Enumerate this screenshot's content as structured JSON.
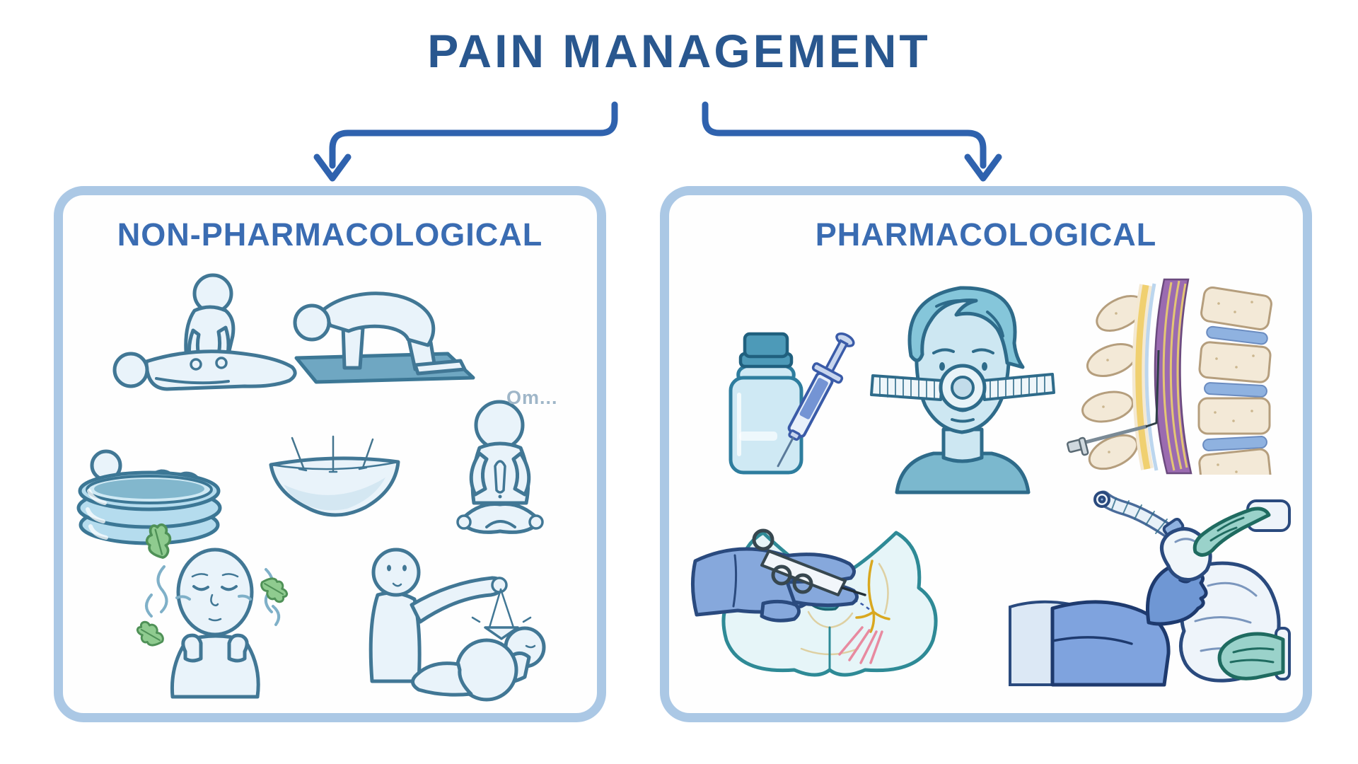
{
  "title": "PAIN MANAGEMENT",
  "left_panel": {
    "heading": "NON-PHARMACOLOGICAL",
    "items": [
      {
        "icon": "massage-therapy-icon"
      },
      {
        "icon": "yoga-pose-icon"
      },
      {
        "icon": "birthing-pool-icon"
      },
      {
        "icon": "acupuncture-needles-icon"
      },
      {
        "icon": "meditation-figure-icon",
        "caption": "Om..."
      },
      {
        "icon": "aromatherapy-icon"
      },
      {
        "icon": "hypnosis-pendulum-icon"
      }
    ]
  },
  "right_panel": {
    "heading": "PHARMACOLOGICAL",
    "items": [
      {
        "icon": "medication-vial-syringe-icon"
      },
      {
        "icon": "nitrous-oxide-mask-icon"
      },
      {
        "icon": "epidural-spine-icon"
      },
      {
        "icon": "pudendal-nerve-block-icon"
      },
      {
        "icon": "general-anesthesia-mask-icon"
      }
    ]
  },
  "colors": {
    "title_blue": "#29578f",
    "heading_blue": "#3a6cb2",
    "arrow_blue": "#2f62ae",
    "panel_border": "#abc8e5",
    "figure_outline": "#417795",
    "figure_fill": "#e9f3fa",
    "leaf_green": "#8fcb8f",
    "background": "#ffffff"
  }
}
